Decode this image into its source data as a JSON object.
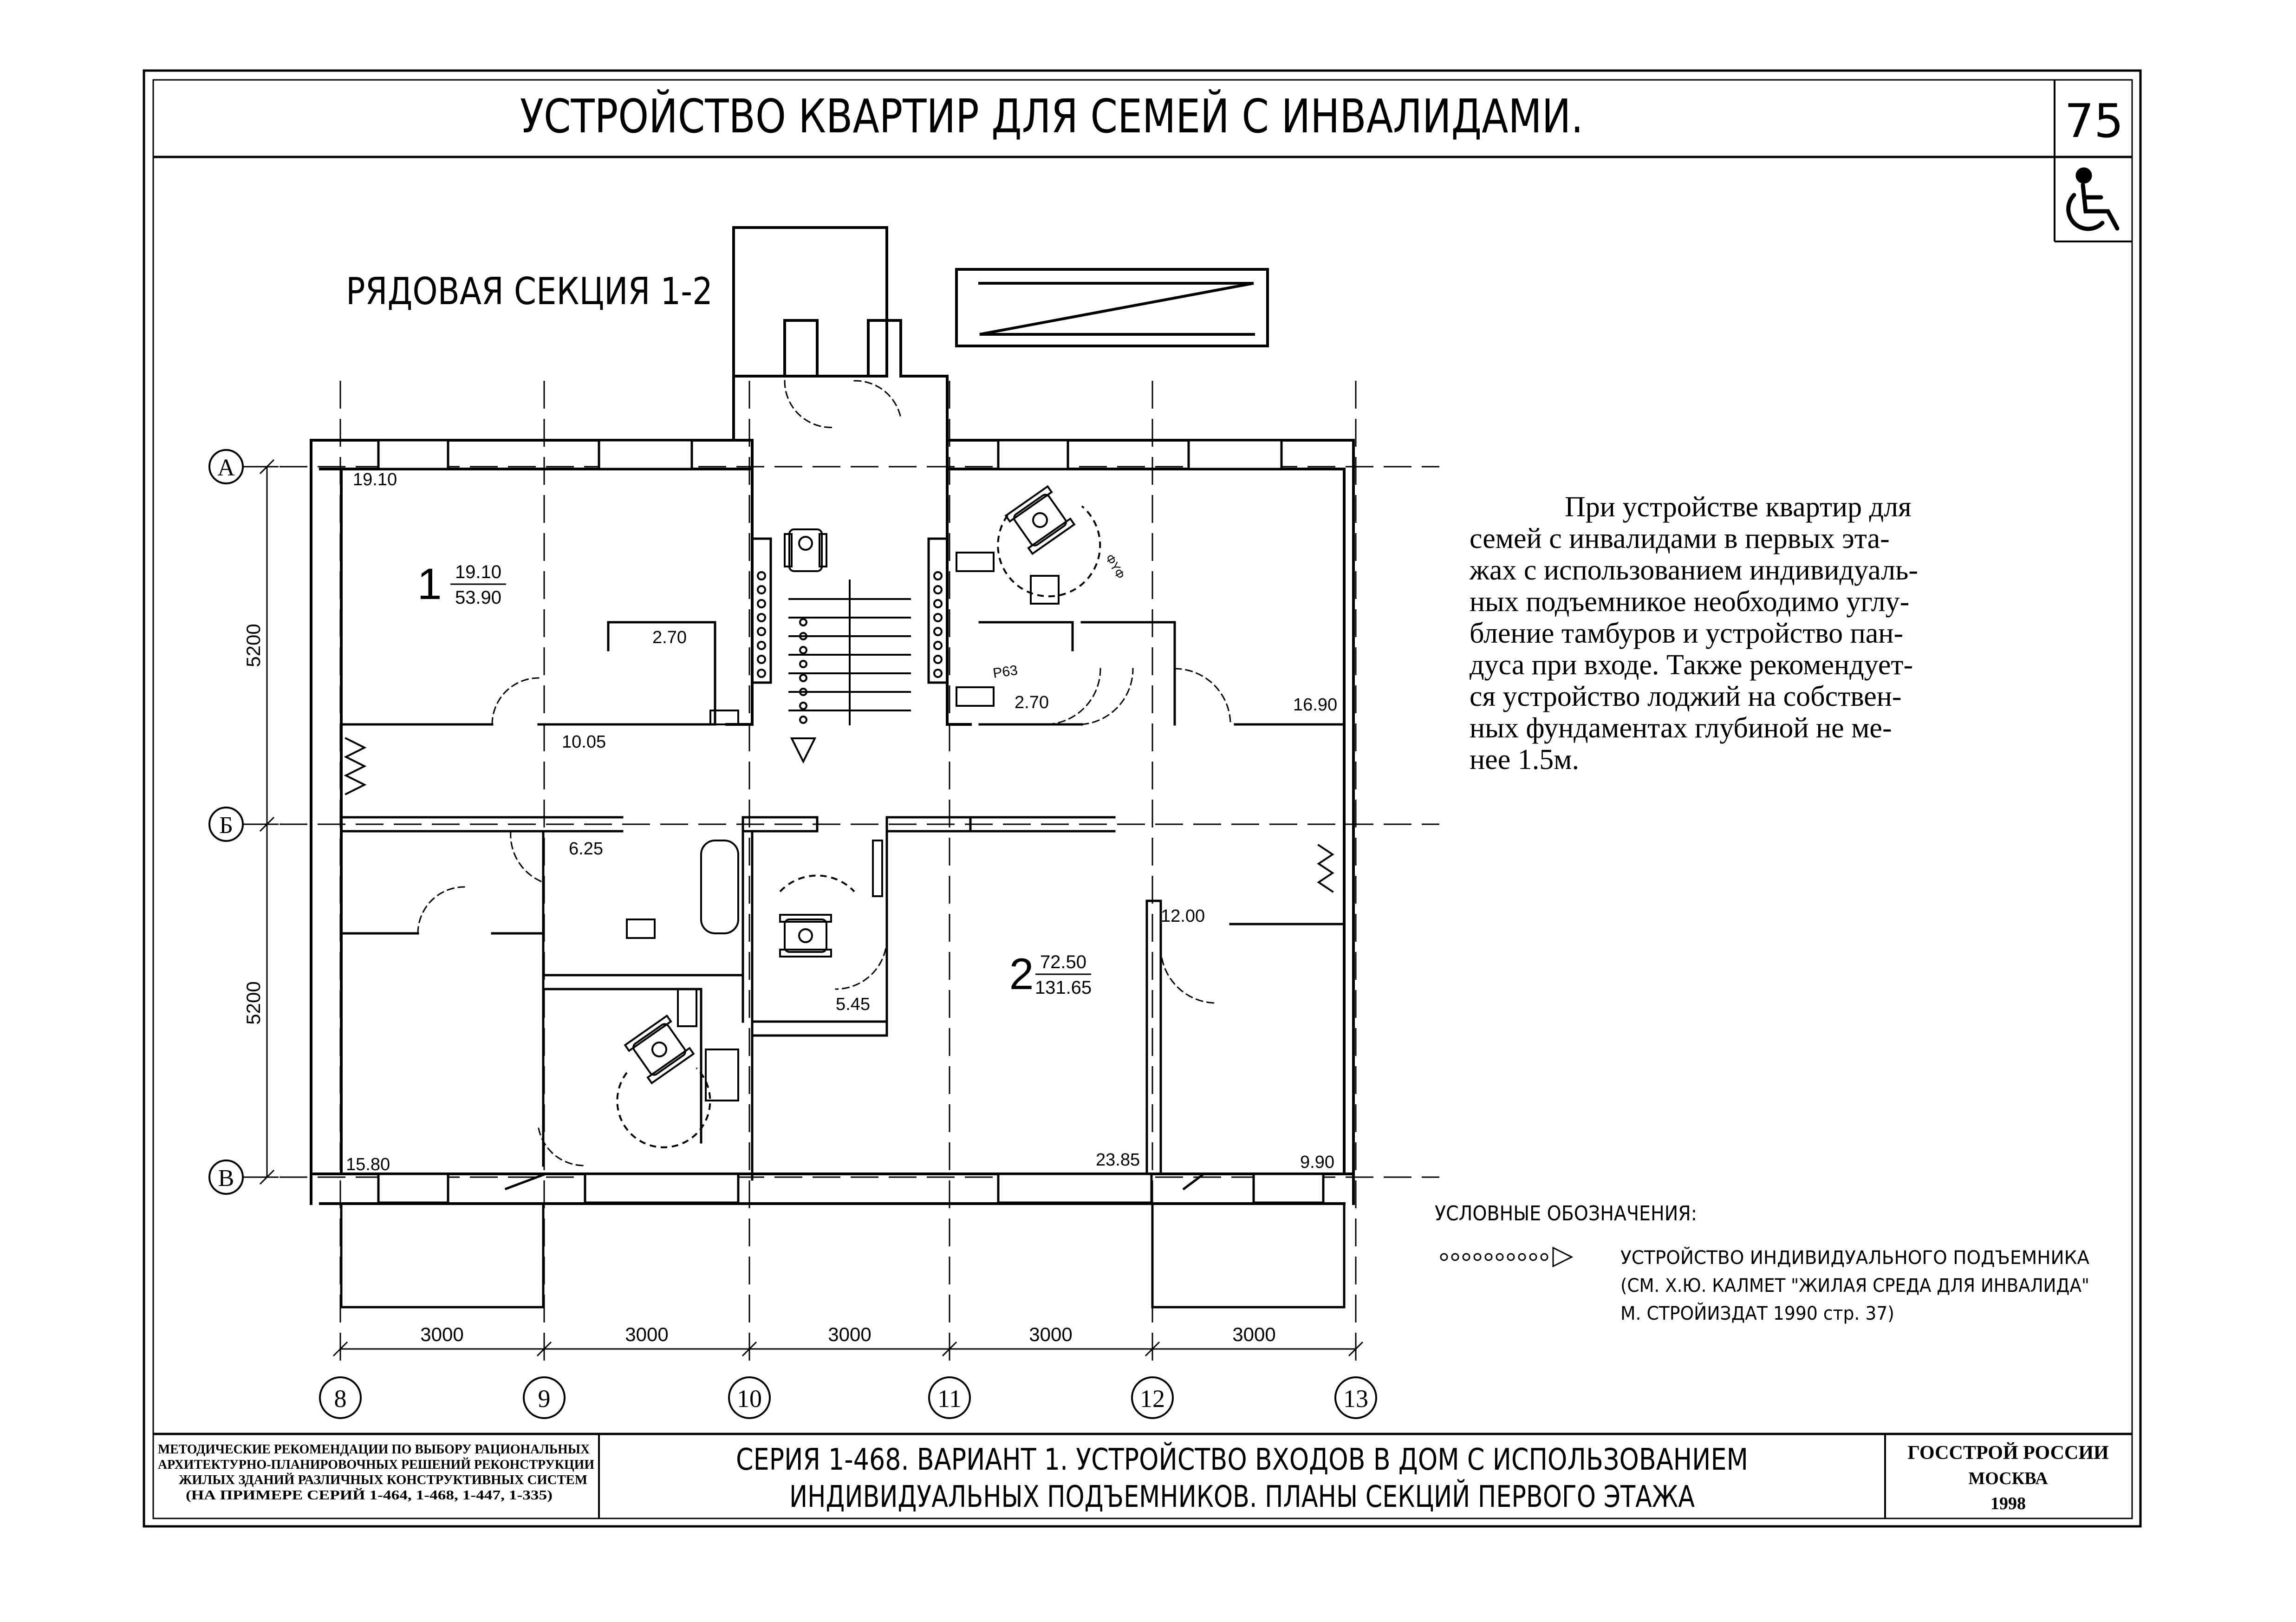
{
  "sheet": {
    "title": "УСТРОЙСТВО КВАРТИР ДЛЯ СЕМЕЙ С ИНВАЛИДАМИ.",
    "page_number": "75",
    "accessibility_icon": "wheelchair-icon"
  },
  "plan": {
    "section_title": "РЯДОВАЯ СЕКЦИЯ 1-2",
    "axes_rows": [
      "А",
      "Б",
      "В"
    ],
    "axes_cols": [
      "8",
      "9",
      "10",
      "11",
      "12",
      "13"
    ],
    "dims_vertical": [
      "5200",
      "5200"
    ],
    "dims_horizontal": [
      "3000",
      "3000",
      "3000",
      "3000",
      "3000"
    ],
    "apt1": {
      "number": "1",
      "living": "19.10",
      "total": "53.90"
    },
    "apt2": {
      "number": "2",
      "living": "72.50",
      "total": "131.65"
    },
    "room_areas": {
      "a": "19.10",
      "b": "2.70",
      "c": "10.05",
      "d": "2.70",
      "e": "16.90",
      "f": "6.25",
      "g": "5.45",
      "h": "12.00",
      "i": "15.80",
      "j": "23.85",
      "k": "9.90"
    },
    "small_labels": {
      "p1": "Р63",
      "p2": "ΦΥΦ"
    }
  },
  "description": {
    "lines": [
      "При устройстве квартир для",
      "семей с инвалидами в первых эта-",
      "жах с использованием индивидуаль-",
      "ных подъемникое необходимо углу-",
      "бление тамбуров и устройство пан-",
      "дуса при входе. Также рекомендует-",
      "ся устройство лоджий на собствен-",
      "ных фундаментах глубиной не ме-",
      "нее 1.5м."
    ]
  },
  "legend": {
    "title": "УСЛОВНЫЕ ОБОЗНАЧЕНИЯ:",
    "item_line1": "УСТРОЙСТВО ИНДИВИДУАЛЬНОГО ПОДЪЕМНИКА",
    "item_line2": "(СМ. Х.Ю. КАЛМЕТ \"ЖИЛАЯ СРЕДА ДЛЯ ИНВАЛИДА\"",
    "item_line3": "М. СТРОЙИЗДАТ 1990 стр. 37)"
  },
  "title_block": {
    "left": [
      "МЕТОДИЧЕСКИЕ РЕКОМЕНДАЦИИ ПО ВЫБОРУ РАЦИОНАЛЬНЫХ",
      "АРХИТЕКТУРНО-ПЛАНИРОВОЧНЫХ РЕШЕНИЙ РЕКОНСТРУКЦИИ",
      "ЖИЛЫХ ЗДАНИЙ РАЗЛИЧНЫХ КОНСТРУКТИВНЫХ СИСТЕМ",
      "(НА ПРИМЕРЕ СЕРИЙ 1-464, 1-468, 1-447, 1-335)"
    ],
    "center_line1": "СЕРИЯ 1-468. ВАРИАНТ 1. УСТРОЙСТВО ВХОДОВ В ДОМ С ИСПОЛЬЗОВАНИЕМ",
    "center_line2": "ИНДИВИДУАЛЬНЫХ ПОДЪЕМНИКОВ. ПЛАНЫ СЕКЦИЙ ПЕРВОГО ЭТАЖА",
    "right": [
      "ГОССТРОЙ РОССИИ",
      "МОСКВА",
      "1998"
    ]
  }
}
